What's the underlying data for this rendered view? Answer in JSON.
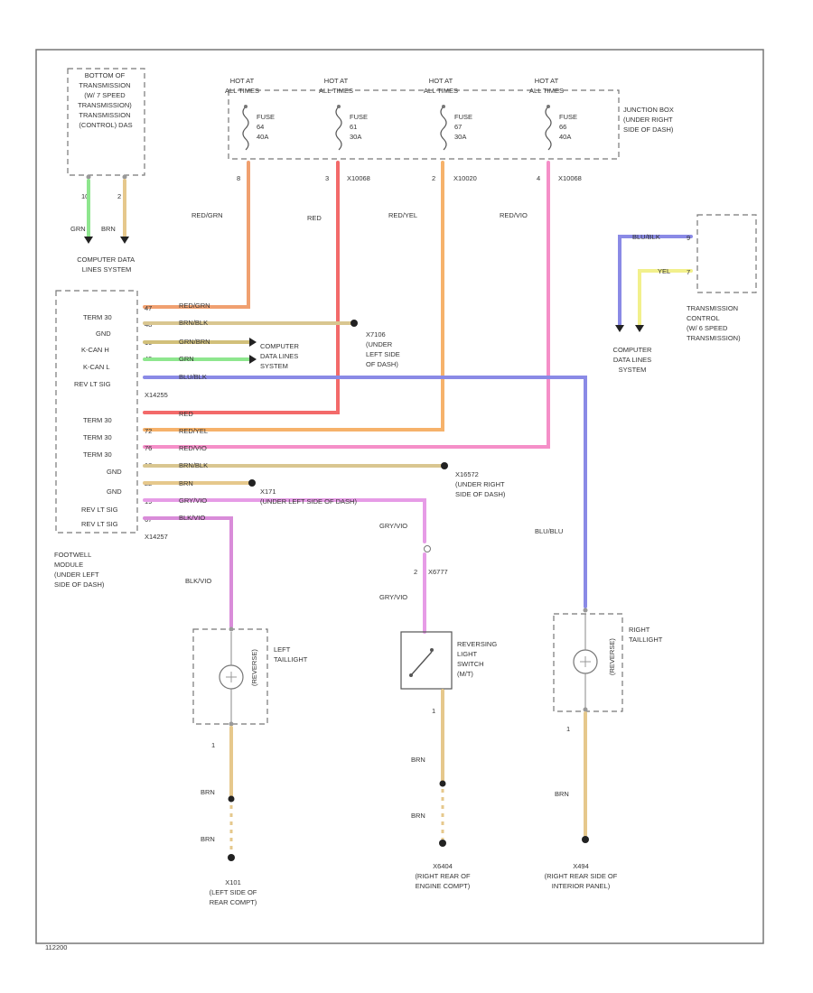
{
  "footer_code": "112200",
  "colors": {
    "RED_GRN": "#f0a070",
    "RED": "#f36a6a",
    "RED_YEL": "#f6b26b",
    "RED_VIO": "#f58fc8",
    "BRN_BLK": "#d9c690",
    "GRN_BRN": "#d2c07a",
    "GRN": "#8ee68e",
    "BLU_BLK": "#8a8ae6",
    "YEL": "#f2f08c",
    "GRY_VIO": "#e69ce6",
    "BLK_VIO": "#d98cd9",
    "BRN": "#e6c88c"
  },
  "top_left": {
    "title_lines": [
      "BOTTOM OF",
      "TRANSMISSION",
      "(W/ 7 SPEED",
      "TRANSMISSION)",
      "TRANSMISSION",
      "(CONTROL) DAS"
    ],
    "pins": [
      "10",
      "2"
    ],
    "wire_labels": [
      "GRN",
      "BRN"
    ],
    "system_label_lines": [
      "COMPUTER DATA",
      "LINES SYSTEM"
    ]
  },
  "junction_block": {
    "hot_labels": [
      [
        "HOT AT",
        "ALL TIMES"
      ],
      [
        "HOT AT",
        "ALL TIMES"
      ],
      [
        "HOT AT",
        "ALL TIMES"
      ],
      [
        "HOT AT",
        "ALL TIMES"
      ]
    ],
    "fuses": [
      [
        "FUSE",
        "64",
        "40A"
      ],
      [
        "FUSE",
        "61",
        "30A"
      ],
      [
        "FUSE",
        "67",
        "30A"
      ],
      [
        "FUSE",
        "66",
        "40A"
      ]
    ],
    "pins": [
      "8",
      "3",
      "2",
      "4"
    ],
    "connectors": [
      "",
      "X10068",
      "X10020",
      "X10068"
    ],
    "label_lines": [
      "JUNCTION BOX",
      "(UNDER RIGHT",
      "SIDE OF DASH)"
    ],
    "wire_labels": [
      "RED/GRN",
      "RED",
      "RED/YEL",
      "RED/VIO"
    ]
  },
  "footwell": {
    "terms": [
      "TERM 30",
      "GND",
      "K-CAN H",
      "K-CAN L",
      "REV LT SIG",
      "TERM 30",
      "TERM 30",
      "TERM 30",
      "GND",
      "GND",
      "REV LT SIG",
      "REV LT SIG"
    ],
    "pins": [
      "47",
      "48",
      "10",
      "49",
      "",
      "",
      "72",
      "76",
      "18",
      "22",
      "19",
      "67"
    ],
    "wire_labels": [
      "RED/GRN",
      "BRN/BLK",
      "GRN/BRN",
      "GRN",
      "BLU/BLK",
      "RED",
      "RED/YEL",
      "RED/VIO",
      "BRN/BLK",
      "BRN",
      "GRY/VIO",
      "BLK/VIO"
    ],
    "connector_codes": [
      "X14255",
      "X14257"
    ],
    "label_lines": [
      "FOOTWELL",
      "MODULE",
      "(UNDER LEFT",
      "SIDE OF DASH)"
    ]
  },
  "splices": {
    "x7106": [
      "X7106",
      "(UNDER",
      "LEFT SIDE",
      "OF DASH)"
    ],
    "computer_mid": [
      "COMPUTER",
      "DATA LINES",
      "SYSTEM"
    ],
    "x16572": [
      "X16572",
      "(UNDER RIGHT",
      "SIDE OF DASH)"
    ],
    "x171": [
      "X171",
      "(UNDER LEFT SIDE OF DASH)"
    ]
  },
  "transmission_right": {
    "wire_labels": [
      "BLU/BLK",
      "YEL"
    ],
    "pins": [
      "9",
      "7"
    ],
    "label_lines": [
      "TRANSMISSION",
      "CONTROL",
      "(W/ 6 SPEED",
      "TRANSMISSION)"
    ],
    "system_label_lines": [
      "COMPUTER",
      "DATA LINES",
      "SYSTEM"
    ]
  },
  "reverse_switch": {
    "wire_label_top": "GRY/VIO",
    "connector": "X6777",
    "pin": "2",
    "wire_label_mid": "GRY/VIO",
    "label_lines": [
      "REVERSING",
      "LIGHT",
      "SWITCH",
      "(M/T)"
    ],
    "pin_bottom": "1",
    "wire_labels_bottom": [
      "BRN",
      "BRN"
    ],
    "ground_lines": [
      "X6404",
      "(RIGHT REAR OF",
      "ENGINE COMPT)"
    ]
  },
  "left_taillight": {
    "wire_label_top": "BLK/VIO",
    "label_lines": [
      "LEFT",
      "TAILLIGHT"
    ],
    "side_label": "(REVERSE)",
    "pin_bottom": "1",
    "wire_labels_bottom": [
      "BRN",
      "BRN"
    ],
    "ground_lines": [
      "X101",
      "(LEFT SIDE OF",
      "REAR COMPT)"
    ]
  },
  "right_taillight": {
    "wire_label_top": "BLU/BLU",
    "label_lines": [
      "RIGHT",
      "TAILLIGHT"
    ],
    "side_label": "(REVERSE)",
    "pin_bottom": "1",
    "wire_label_bottom": "BRN",
    "ground_lines": [
      "X494",
      "(RIGHT REAR SIDE OF",
      "INTERIOR PANEL)"
    ]
  }
}
